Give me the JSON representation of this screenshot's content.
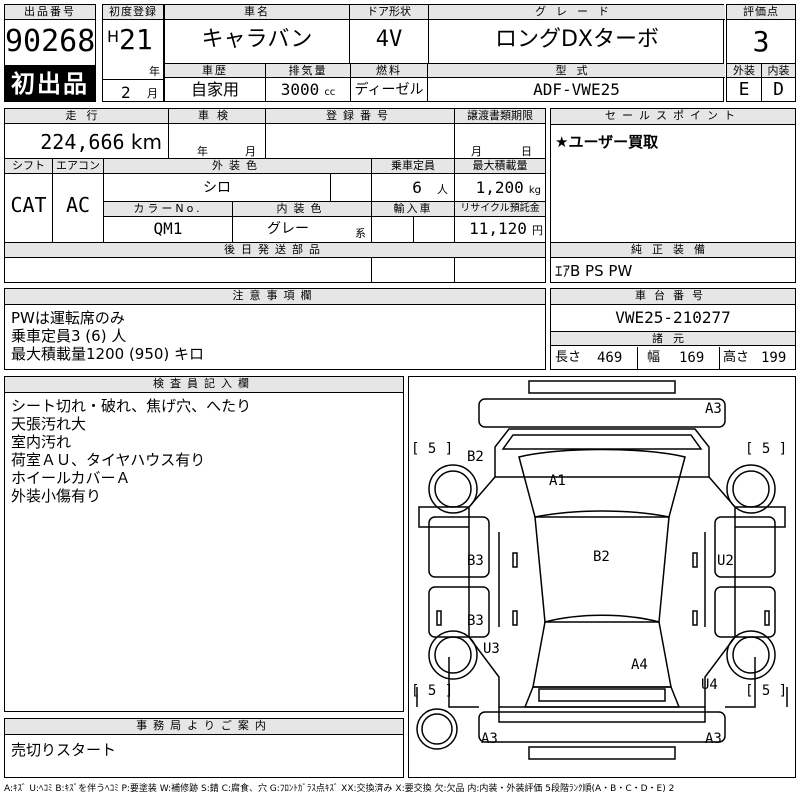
{
  "lot": {
    "number_label": "出品番号",
    "number": "90268",
    "first_listing": "初出品"
  },
  "registration": {
    "first_reg_label": "初度登録",
    "era": "H",
    "year": "21",
    "year_unit": "年",
    "month": "2",
    "month_unit": "月"
  },
  "car": {
    "name_label": "車名",
    "name": "キャラバン",
    "doors_label": "ドア形状",
    "doors": "4V",
    "grade_label": "グレード",
    "grade": "ロングDXターボ",
    "rating_label": "評価点",
    "rating": "3",
    "history_label": "車歴",
    "history": "自家用",
    "displacement_label": "排気量",
    "displacement": "3000",
    "displacement_unit": "cc",
    "fuel_label": "燃料",
    "fuel": "ディーゼル",
    "model_label": "型式",
    "model": "ADF-VWE25",
    "exterior_label": "外装",
    "exterior_grade": "E",
    "interior_label": "内装",
    "interior_grade": "D"
  },
  "mileage": {
    "label": "走行",
    "value": "224,666",
    "unit": "km"
  },
  "inspection": {
    "label": "車検",
    "year_unit": "年",
    "month_unit": "月"
  },
  "plate": {
    "label": "登録番号"
  },
  "transfer": {
    "label": "譲渡書類期限",
    "month_unit": "月",
    "day_unit": "日"
  },
  "specs": {
    "shift_label": "シフト",
    "shift": "CAT",
    "ac_label": "エアコン",
    "ac": "AC",
    "exterior_color_label": "外装色",
    "exterior_color": "シロ",
    "capacity_label": "乗車定員",
    "capacity": "6",
    "capacity_unit": "人",
    "max_load_label": "最大積載量",
    "max_load": "1,200",
    "max_load_unit": "kg",
    "color_no_label": "カラーNo.",
    "color_no": "QM1",
    "interior_color_label": "内装色",
    "interior_color": "グレー",
    "interior_color_unit": "系",
    "import_label": "輸入車",
    "recycle_label": "リサイクル預託金",
    "recycle": "11,120",
    "recycle_unit": "円"
  },
  "sales_points": {
    "label": "セールスポイント",
    "text": "★ユーザー買取"
  },
  "later_parts": {
    "label": "後日発送部品"
  },
  "equipment": {
    "label": "純正装備",
    "text": "ｴｱB PS PW"
  },
  "notes": {
    "label": "注意事項欄",
    "lines": [
      "PWは運転席のみ",
      "乗車定員3 (6) 人",
      "最大積載量1200 (950) キロ"
    ]
  },
  "chassis": {
    "label": "車台番号",
    "number": "VWE25-210277",
    "dims_label": "諸元",
    "length_label": "長さ",
    "length": "469",
    "width_label": "幅",
    "width": "169",
    "height_label": "高さ",
    "height": "199"
  },
  "inspector": {
    "label": "検査員記入欄",
    "lines": [
      "シート切れ・破れ、焦げ穴、へたり",
      "天張汚れ大",
      "室内汚れ",
      "荷室ＡＵ、タイヤハウス有り",
      "ホイールカバーＡ",
      "外装小傷有り"
    ]
  },
  "office": {
    "label": "事務局よりご案内",
    "text": "売切りスタート"
  },
  "diagram": {
    "marks": {
      "a3_top": "A3",
      "b2_left": "B2",
      "a1": "A1",
      "b3_upper": "B3",
      "b2_center": "B2",
      "u2": "U2",
      "b3_lower": "B3",
      "u3": "U3",
      "a4": "A4",
      "u4": "U4",
      "a3_bl": "A3",
      "a3_br": "A3"
    },
    "tires": {
      "fl": "[ 5 ]",
      "fr": "[ 5 ]",
      "rl": "[ 5 ]",
      "rr": "[ 5 ]"
    }
  },
  "legend": "A:ｷｽﾞ U:ﾍｺﾐ B:ｷｽﾞを伴うﾍｺﾐ P:要塗装 W:補修跡 S:錆 C:腐食、穴 G:ﾌﾛﾝﾄｶﾞﾗｽ点ｷｽﾞ XX:交換済み X:要交換 欠:欠品 内:内装・外装評価 5段階ﾗﾝｸ順(A・B・C・D・E) 2"
}
